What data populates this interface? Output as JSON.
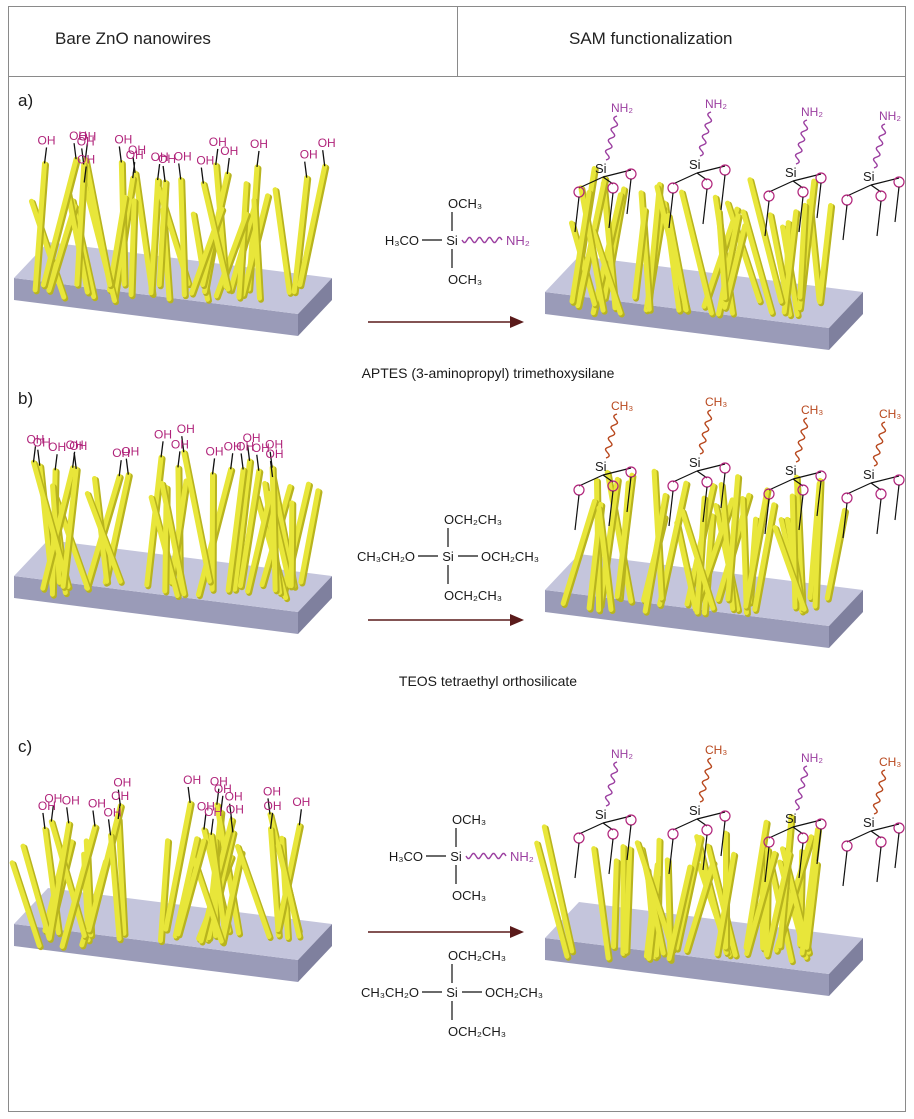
{
  "header": {
    "left": "Bare ZnO nanowires",
    "right": "SAM functionalization"
  },
  "atoms": {
    "hydroxyl": "OH",
    "silicon": "Si",
    "oxygen": "O",
    "amine": "NH₂",
    "methyl": "CH₃"
  },
  "panels": [
    {
      "label": "a)",
      "caption": "APTES (3-aminopropyl) trimethoxysilane",
      "reagents": [
        {
          "type": "aptes",
          "top": "OCH₃",
          "left": "H₃CO",
          "center": "Si",
          "right": "NH₂",
          "bottom": "OCH₃"
        }
      ],
      "terminals": [
        "amine",
        "amine",
        "amine",
        "amine"
      ]
    },
    {
      "label": "b)",
      "caption": "TEOS tetraethyl orthosilicate",
      "reagents": [
        {
          "type": "teos",
          "top": "OCH₂CH₃",
          "left": "CH₃CH₂O",
          "center": "Si",
          "right": "OCH₂CH₃",
          "bottom": "OCH₂CH₃"
        }
      ],
      "terminals": [
        "methyl",
        "methyl",
        "methyl",
        "methyl"
      ]
    },
    {
      "label": "c)",
      "caption": "",
      "reagents": [
        {
          "type": "aptes",
          "top": "OCH₃",
          "left": "H₃CO",
          "center": "Si",
          "right": "NH₂",
          "bottom": "OCH₃"
        },
        {
          "type": "teos",
          "top": "OCH₂CH₃",
          "left": "CH₃CH₂O",
          "center": "Si",
          "right": "OCH₂CH₃",
          "bottom": "OCH₂CH₃"
        }
      ],
      "terminals": [
        "amine",
        "methyl",
        "amine",
        "methyl"
      ]
    }
  ],
  "colors": {
    "substrate_top": "#c4c5dc",
    "substrate_front": "#9a9bb8",
    "substrate_side": "#7f809e",
    "nanowire": "#e8e63a",
    "nanowire_shade": "#b8b41e",
    "hydroxyl": "#b0237a",
    "amine_chain": "#9b3fa0",
    "methyl_chain": "#b8481e",
    "arrow": "#5a1a1a",
    "frame": "#8a8a8a"
  }
}
